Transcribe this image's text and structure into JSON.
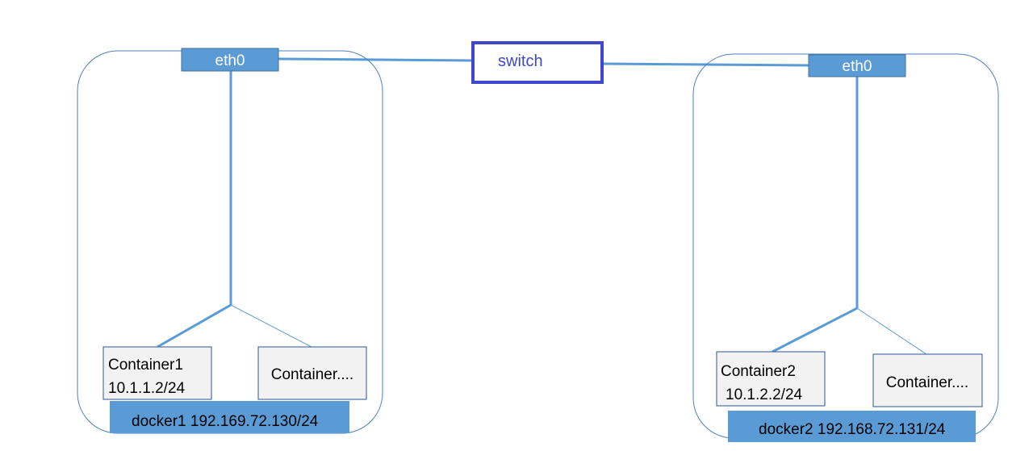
{
  "switch": {
    "label": "switch"
  },
  "hosts": [
    {
      "nic": "eth0",
      "label": "docker1 192.169.72.130/24",
      "containers": [
        {
          "line1": "Container1",
          "line2": "10.1.1.2/24"
        },
        {
          "line1": "Container...."
        }
      ]
    },
    {
      "nic": "eth0",
      "label": "docker2 192.168.72.131/24",
      "containers": [
        {
          "line1": "Container2",
          "line2": "10.1.2.2/24"
        },
        {
          "line1": "Container...."
        }
      ]
    }
  ],
  "colors": {
    "accent_blue": "#5b9bd5",
    "switch_border": "#3f48cc",
    "container_fill": "#f2f2f2"
  }
}
